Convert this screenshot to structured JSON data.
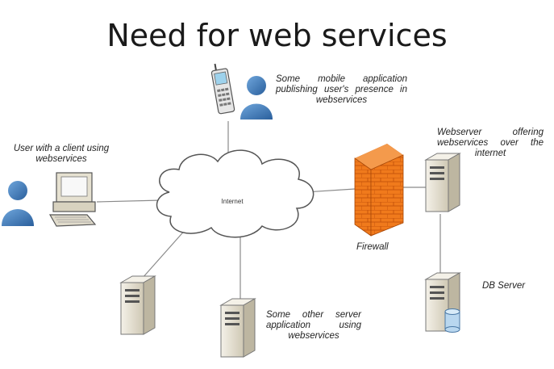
{
  "title": "Need for web services",
  "nodes": {
    "internet": {
      "label": "Internet"
    },
    "mobile_app": {
      "lines": [
        "Some mobile application",
        "publishing user's presence in",
        "webservices"
      ]
    },
    "client_user": {
      "lines": [
        "User with a client using",
        "webservices"
      ]
    },
    "webserver": {
      "lines": [
        "Webserver offering",
        "webservices over the",
        "internet"
      ]
    },
    "firewall": {
      "label": "Firewall"
    },
    "db_server": {
      "label": "DB Server"
    },
    "other_server": {
      "lines": [
        "Some other server",
        "application using",
        "webservices"
      ]
    }
  },
  "colors": {
    "user_blue": "#3b7fc4",
    "firewall_orange": "#f07a1c",
    "server_beige": "#e9e4d5",
    "line_gray": "#8a8a8a"
  }
}
